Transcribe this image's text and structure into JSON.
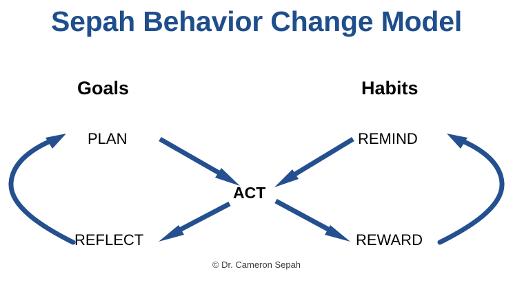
{
  "page": {
    "title": "Sepah Behavior Change Model",
    "background_color": "#ffffff"
  },
  "colors": {
    "title_blue": "#1f4e8c",
    "arrow_blue": "#24508f",
    "label_black": "#000000",
    "footer_gray": "#3a3a3a"
  },
  "columns": {
    "left_heading": "Goals",
    "right_heading": "Habits"
  },
  "nodes": {
    "plan": "PLAN",
    "remind": "REMIND",
    "act": "ACT",
    "reflect": "REFLECT",
    "reward": "REWARD"
  },
  "arrows": [
    {
      "name": "plan-to-act",
      "from": "PLAN",
      "to": "ACT",
      "kind": "straight"
    },
    {
      "name": "remind-to-act",
      "from": "REMIND",
      "to": "ACT",
      "kind": "straight"
    },
    {
      "name": "act-to-reflect",
      "from": "ACT",
      "to": "REFLECT",
      "kind": "straight"
    },
    {
      "name": "act-to-reward",
      "from": "ACT",
      "to": "REWARD",
      "kind": "straight"
    },
    {
      "name": "reflect-to-plan",
      "from": "REFLECT",
      "to": "PLAN",
      "kind": "curved"
    },
    {
      "name": "reward-to-remind",
      "from": "REWARD",
      "to": "REMIND",
      "kind": "curved"
    }
  ],
  "footer": {
    "credit": "© Dr. Cameron Sepah"
  }
}
